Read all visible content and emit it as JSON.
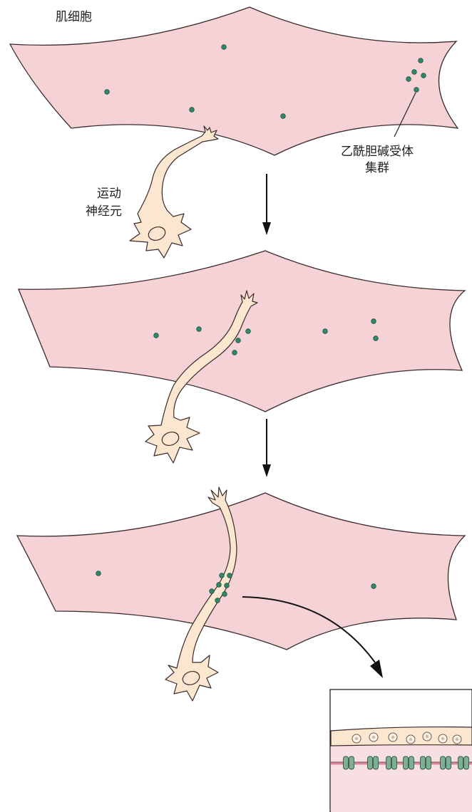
{
  "labels": {
    "muscle_cell": "肌细胞",
    "achr_cluster_line1": "乙酰胆碱受体",
    "achr_cluster_line2": "集群",
    "motor_neuron_line1": "运动",
    "motor_neuron_line2": "神经元"
  },
  "colors": {
    "muscle_fill": "#f4d2d6",
    "muscle_stroke": "#3a2a2c",
    "neuron_fill": "#fbe6cf",
    "neuron_stroke": "#3a2a2c",
    "receptor_fill": "#2e8a6a",
    "receptor_stroke": "#1d4f3d",
    "arrow": "#111111",
    "inset_muscle": "#f7dfe2",
    "inset_membrane": "#d9869a",
    "inset_vesicle": "#fdf3e6"
  },
  "panels": [
    {
      "stage": 1,
      "description_icon": "muscle-cell-with-scattered-receptors"
    },
    {
      "stage": 2,
      "description_icon": "neuron-contacting-muscle"
    },
    {
      "stage": 3,
      "description_icon": "receptors-clustered-at-synapse"
    }
  ]
}
